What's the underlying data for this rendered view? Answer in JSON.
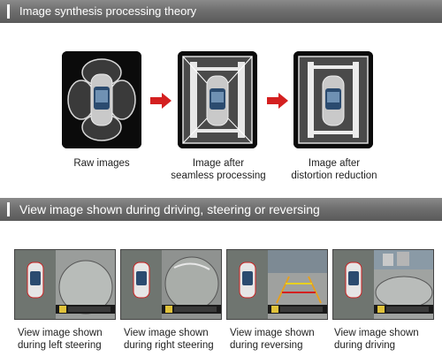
{
  "section1": {
    "title": "Image synthesis processing theory"
  },
  "section2": {
    "title": "View image shown during driving, steering or reversing"
  },
  "panels": {
    "raw": {
      "caption": "Raw images"
    },
    "seamless": {
      "caption_line1": "Image after",
      "caption_line2": "seamless processing"
    },
    "distortion": {
      "caption_line1": "Image after",
      "caption_line2": "distortion reduction"
    }
  },
  "views": {
    "left": {
      "caption_line1": "View image shown",
      "caption_line2": "during left steering"
    },
    "right": {
      "caption_line1": "View image shown",
      "caption_line2": "during right steering"
    },
    "reversing": {
      "caption_line1": "View image shown",
      "caption_line2": "during reversing"
    },
    "driving": {
      "caption_line1": "View image shown",
      "caption_line2": "during driving"
    }
  },
  "colors": {
    "bar": "#6f6f6f",
    "arrow": "#d42020",
    "panel_bg": "#0b0b0b"
  }
}
